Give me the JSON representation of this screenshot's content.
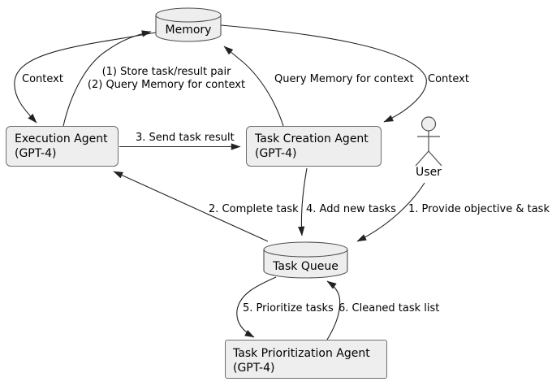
{
  "colors": {
    "background": "#ffffff",
    "node_fill": "#eeeeee",
    "node_border": "#6e6e6e",
    "line": "#222222",
    "text": "#000000"
  },
  "nodes": {
    "memory": {
      "label": "Memory"
    },
    "execution_agent": {
      "title": "Execution Agent",
      "subtitle": "(GPT-4)"
    },
    "task_creation_agent": {
      "title": "Task Creation Agent",
      "subtitle": "(GPT-4)"
    },
    "user": {
      "label": "User"
    },
    "task_queue": {
      "label": "Task Queue"
    },
    "task_prioritization_agent": {
      "title": "Task Prioritization Agent",
      "subtitle": "(GPT-4)"
    }
  },
  "edges": {
    "context_left": {
      "label": "Context"
    },
    "store_and_query": {
      "line1": "(1) Store task/result pair",
      "line2": "(2) Query Memory for context"
    },
    "query_memory": {
      "label": "Query Memory for context"
    },
    "context_right": {
      "label": "Context"
    },
    "send_task_result": {
      "label": "3. Send task result"
    },
    "complete_task": {
      "label": "2. Complete task"
    },
    "add_new_tasks": {
      "label": "4. Add new tasks"
    },
    "provide_objective": {
      "label": "1. Provide objective & task"
    },
    "prioritize_tasks": {
      "label": "5. Prioritize tasks"
    },
    "cleaned_task_list": {
      "label": "6. Cleaned task list"
    }
  }
}
